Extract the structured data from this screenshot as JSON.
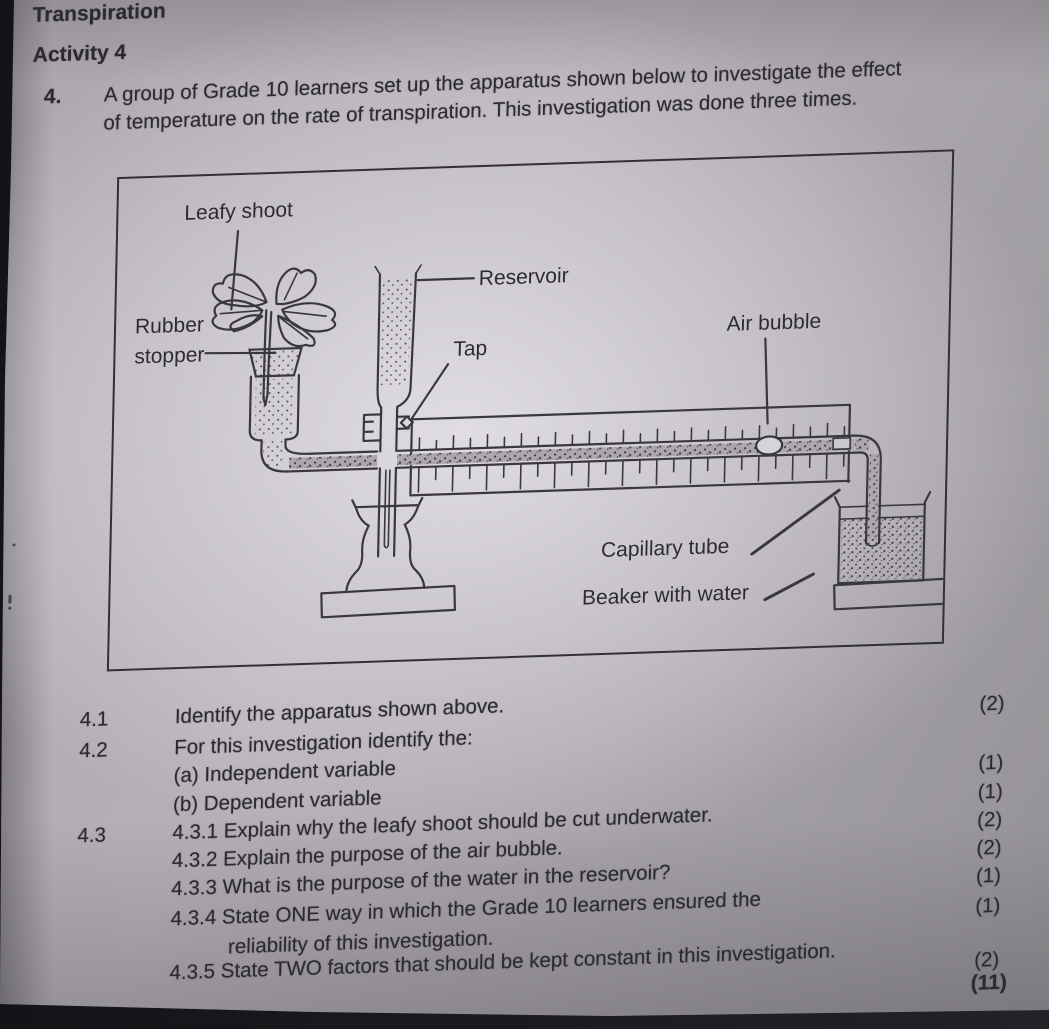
{
  "page": {
    "heading": "Transpiration",
    "subheading": "Activity 4",
    "item_number": "4.",
    "intro": {
      "line1": "A group of Grade 10 learners set up the apparatus shown below to investigate the effect",
      "line2": "of temperature on the rate of transpiration. This investigation was done three times."
    }
  },
  "diagram": {
    "labels": {
      "leafy_shoot": "Leafy shoot",
      "reservoir": "Reservoir",
      "rubber_stopper_1": "Rubber",
      "rubber_stopper_2": "stopper",
      "tap": "Tap",
      "air_bubble": "Air bubble",
      "capillary_tube": "Capillary tube",
      "beaker_with_water": "Beaker with water"
    }
  },
  "questions": {
    "rows": [
      {
        "num": "4.1",
        "text": "Identify the apparatus shown above.",
        "mark": "(2)"
      },
      {
        "num": "4.2",
        "text": "For this investigation identify the:",
        "mark": ""
      },
      {
        "num": "",
        "text": "(a) Independent variable",
        "mark": "(1)"
      },
      {
        "num": "",
        "text": "(b) Dependent variable",
        "mark": "(1)"
      },
      {
        "num": "4.3",
        "text": "4.3.1 Explain why the leafy shoot should be cut underwater.",
        "mark": "(2)"
      },
      {
        "num": "",
        "text": "4.3.2 Explain the purpose of the air bubble.",
        "mark": "(2)"
      },
      {
        "num": "",
        "text": "4.3.3 What is the purpose of the water in the reservoir?",
        "mark": "(1)"
      },
      {
        "num": "",
        "text": "4.3.4 State ONE way in which the Grade 10 learners ensured the",
        "mark": "(1)"
      },
      {
        "num": "",
        "text": "reliability of this investigation.",
        "mark": ""
      },
      {
        "num": "",
        "text": "4.3.5 State TWO factors that should be kept constant in this investigation.",
        "mark": "(2)"
      }
    ],
    "total_mark": "(11)"
  }
}
